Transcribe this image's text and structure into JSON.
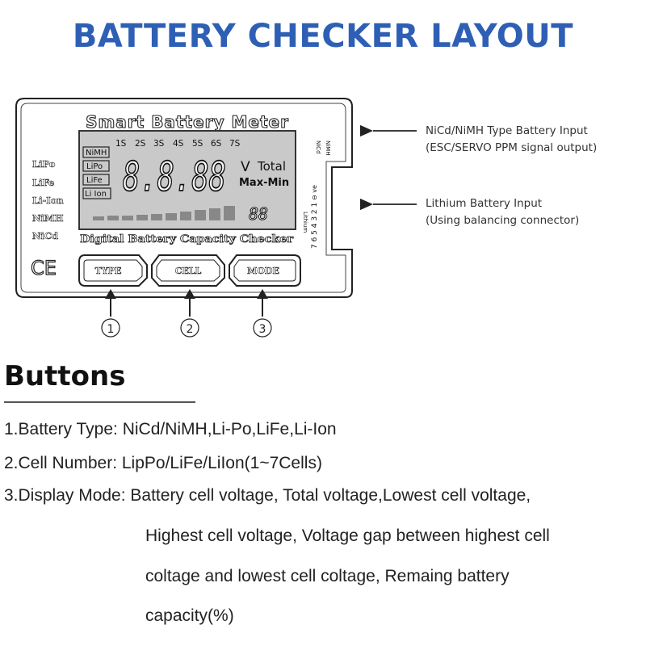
{
  "page_title": "BATTERY CHECKER LAYOUT",
  "device": {
    "brand_title": "Smart Battery Meter",
    "cell_scale": [
      "1S",
      "2S",
      "3S",
      "4S",
      "5S",
      "6S",
      "7S"
    ],
    "type_indicators": [
      "NiMH",
      "LiPo",
      "LiFe",
      "Li Ion"
    ],
    "main_readout": "8.8.88",
    "unit": "V",
    "total_label": "Total",
    "maxmin_label": "Max-Min",
    "small_readout": "88",
    "subtitle": "Digital Battery Capacity Checker",
    "side_types": [
      "LiPo",
      "LiFe",
      "Li-Ion",
      "NiMH",
      "NiCd"
    ],
    "ce_mark": "CE",
    "port_top_labels": [
      "NiCd",
      "NiMH"
    ],
    "port_side_label": "Lithium",
    "port_pins": "7 6 5 4 3 2 1",
    "port_pins_suffix": "⊖ ve",
    "buttons": [
      "TYPE",
      "CELL",
      "MODE"
    ],
    "callouts": [
      "1",
      "2",
      "3"
    ]
  },
  "annotations": {
    "nicd_line1": "NiCd/NiMH Type Battery Input",
    "nicd_line2": "(ESC/SERVO PPM signal output)",
    "lithium_line1": "Lithium Battery Input",
    "lithium_line2": "(Using balancing connector)"
  },
  "buttons_section": {
    "heading": "Buttons",
    "item1": "1.Battery Type: NiCd/NiMH,Li-Po,LiFe,Li-Ion",
    "item2": "2.Cell Number: LipPo/LiFe/LiIon(1~7Cells)",
    "item3_label": "3.Display Mode: ",
    "item3_line1": "Battery cell voltage, Total voltage,Lowest cell voltage,",
    "item3_line2": "Highest cell voltage, Voltage gap between highest cell",
    "item3_line3": "coltage and lowest cell coltage, Remaing battery",
    "item3_line4": "capacity(%)"
  },
  "colors": {
    "title": "#2e5fb5",
    "lcd": "#c9c9c9",
    "outline": "#222222"
  }
}
